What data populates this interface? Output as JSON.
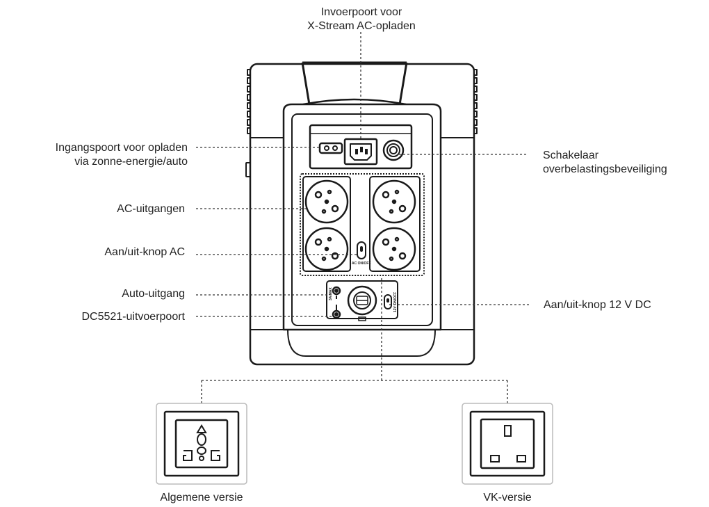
{
  "labels": {
    "top_input": [
      "Invoerpoort voor",
      "X-Stream AC-opladen"
    ],
    "solar_input": [
      "Ingangspoort voor opladen",
      "via zonne-energie/auto"
    ],
    "overload_switch": [
      "Schakelaar",
      "overbelastingsbeveiliging"
    ],
    "ac_outputs": "AC-uitgangen",
    "ac_switch": "Aan/uit-knop AC",
    "car_output": "Auto-uitgang",
    "dc5521": "DC5521-uitvoerpoort",
    "dc_switch": "Aan/uit-knop 12 V DC"
  },
  "device_text": {
    "ac_on_off": "AC ON/OFF",
    "dc_on_off": "12V ON/OFF",
    "max": "3A MAX"
  },
  "versions": {
    "universal": "Algemene versie",
    "uk": "VK-versie"
  },
  "colors": {
    "stroke": "#1a1a1a",
    "panel_fill": "#ffffff",
    "line": "#333333"
  }
}
